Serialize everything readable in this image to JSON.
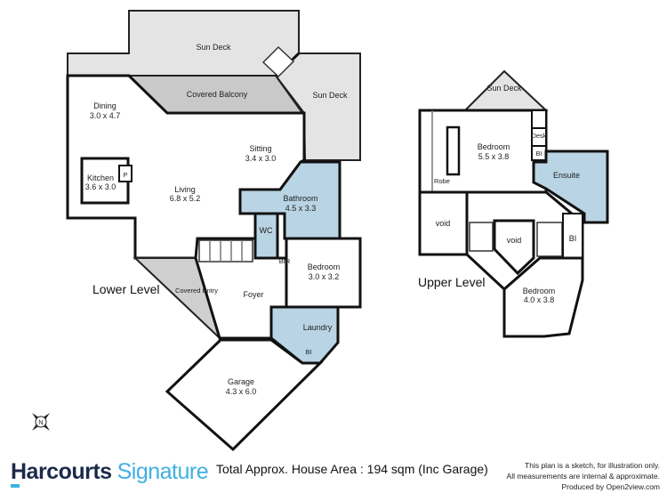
{
  "lower_level": {
    "label": "Lower Level",
    "rooms": [
      {
        "name": "Sun Deck",
        "dims": ""
      },
      {
        "name": "Covered Balcony",
        "dims": ""
      },
      {
        "name": "Sun Deck",
        "dims": ""
      },
      {
        "name": "Dining",
        "dims": "3.0 x 4.7"
      },
      {
        "name": "Kitchen",
        "dims": "3.6 x 3.0"
      },
      {
        "name": "Sitting",
        "dims": "3.4 x 3.0"
      },
      {
        "name": "Living",
        "dims": "6.8 x 5.2"
      },
      {
        "name": "Bathroom",
        "dims": "4.5 x 3.3"
      },
      {
        "name": "WC",
        "dims": ""
      },
      {
        "name": "Bedroom",
        "dims": "3.0 x 3.2"
      },
      {
        "name": "Foyer",
        "dims": ""
      },
      {
        "name": "Covered Entry",
        "dims": ""
      },
      {
        "name": "Laundry",
        "dims": ""
      },
      {
        "name": "Garage",
        "dims": "4.3 x 6.0"
      }
    ],
    "small_labels": {
      "pantry": "P",
      "bir": "BIR",
      "bi": "BI"
    }
  },
  "upper_level": {
    "label": "Upper Level",
    "rooms": [
      {
        "name": "Sun Deck",
        "dims": ""
      },
      {
        "name": "Bedroom",
        "dims": "5.5 x 3.8"
      },
      {
        "name": "Ensuite",
        "dims": ""
      },
      {
        "name": "void",
        "dims": ""
      },
      {
        "name": "void",
        "dims": ""
      },
      {
        "name": "Bedroom",
        "dims": "4.0 x 3.8"
      }
    ],
    "small_labels": {
      "robe": "Robe",
      "desk": "Desk",
      "bi1": "BI",
      "bi2": "BI"
    }
  },
  "compass": {
    "label": "N"
  },
  "footer": {
    "brand": "Harcourts",
    "brand_sub": "Signature",
    "area": "Total Approx. House Area : 194 sqm (Inc Garage)",
    "disclaimer": [
      "This plan is a sketch, for illustration only.",
      "All measurements are internal & approximate.",
      "Produced by Open2view.com"
    ]
  },
  "colors": {
    "wet_area": "#b9d4e4",
    "deck": "#e4e4e4",
    "balcony": "#c9c9c9",
    "brand_dark": "#1c2a4a",
    "brand_light": "#3fb0e2"
  }
}
